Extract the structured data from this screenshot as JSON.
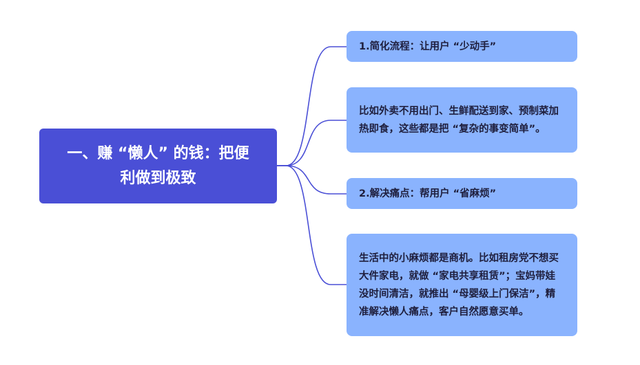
{
  "root": {
    "label": "一、赚 “懒人” 的钱：把便利做到极致"
  },
  "nodes": [
    {
      "label": "1.简化流程：让用户 “少动手”"
    },
    {
      "label": "比如外卖不用出门、生鲜配送到家、预制菜加热即食，这些都是把 “复杂的事变简单”。"
    },
    {
      "label": "2.解决痛点：帮用户 “省麻烦”"
    },
    {
      "label": "生活中的小麻烦都是商机。比如租房党不想买大件家电，就做 “家电共享租赁”；宝妈带娃没时间清洁，就推出 “母婴级上门保洁”，精准解决懒人痛点，客户自然愿意买单。"
    }
  ],
  "colors": {
    "root": "#4a4fd6",
    "node": "#8ab3fe",
    "link": "#4a4fd6",
    "text": "#1f1f3d"
  }
}
